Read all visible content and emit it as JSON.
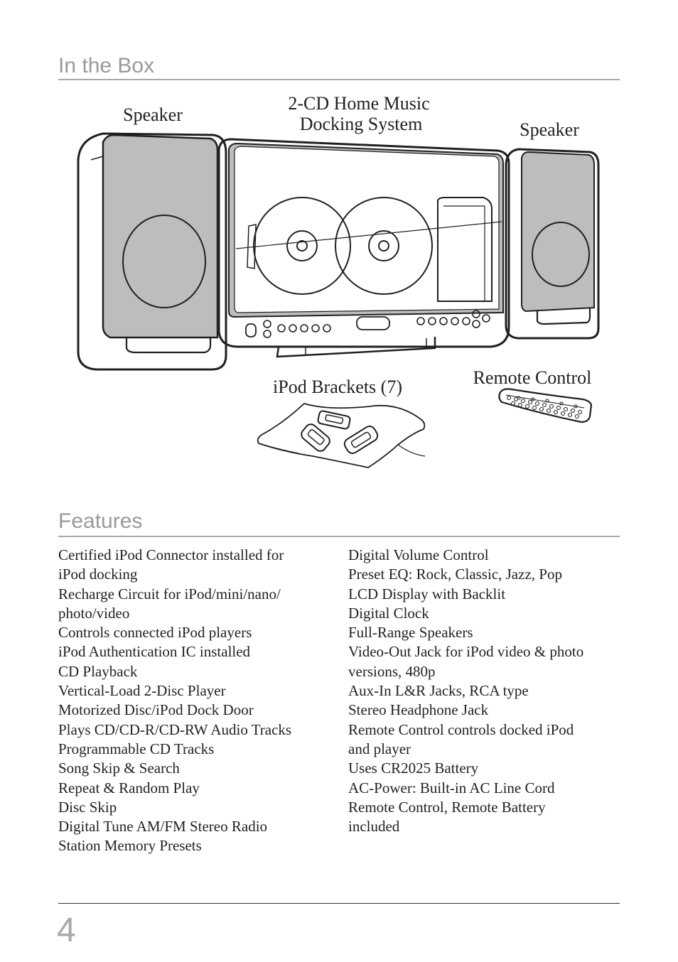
{
  "in_the_box": {
    "heading": "In the Box",
    "labels": {
      "speaker_left": "Speaker",
      "system_line1": "2-CD Home Music",
      "system_line2": "Docking System",
      "speaker_right": "Speaker",
      "brackets": "iPod Brackets (7)",
      "remote": "Remote Control"
    }
  },
  "features": {
    "heading": "Features",
    "left_lines": [
      "Certified iPod Connector installed for",
      "iPod docking",
      "Recharge Circuit for iPod/mini/nano/",
      "photo/video",
      "Controls connected iPod players",
      "iPod Authentication IC installed",
      "CD Playback",
      "Vertical-Load 2-Disc Player",
      "Motorized Disc/iPod Dock Door",
      "Plays CD/CD-R/CD-RW Audio Tracks",
      "Programmable CD Tracks",
      "Song Skip & Search",
      "Repeat & Random Play",
      "Disc Skip",
      "Digital Tune AM/FM Stereo Radio",
      "Station Memory Presets"
    ],
    "right_lines": [
      "Digital Volume Control",
      "Preset EQ: Rock, Classic, Jazz, Pop",
      "LCD Display with Backlit",
      "Digital Clock",
      "Full-Range Speakers",
      "Video-Out Jack for iPod video & photo",
      "versions, 480p",
      "Aux-In L&R Jacks, RCA type",
      "Stereo Headphone Jack",
      "Remote Control controls docked iPod",
      "and player",
      "Uses CR2025 Battery",
      "AC-Power: Built-in AC Line Cord",
      "Remote Control, Remote Battery",
      "included"
    ]
  },
  "page_number": "4"
}
